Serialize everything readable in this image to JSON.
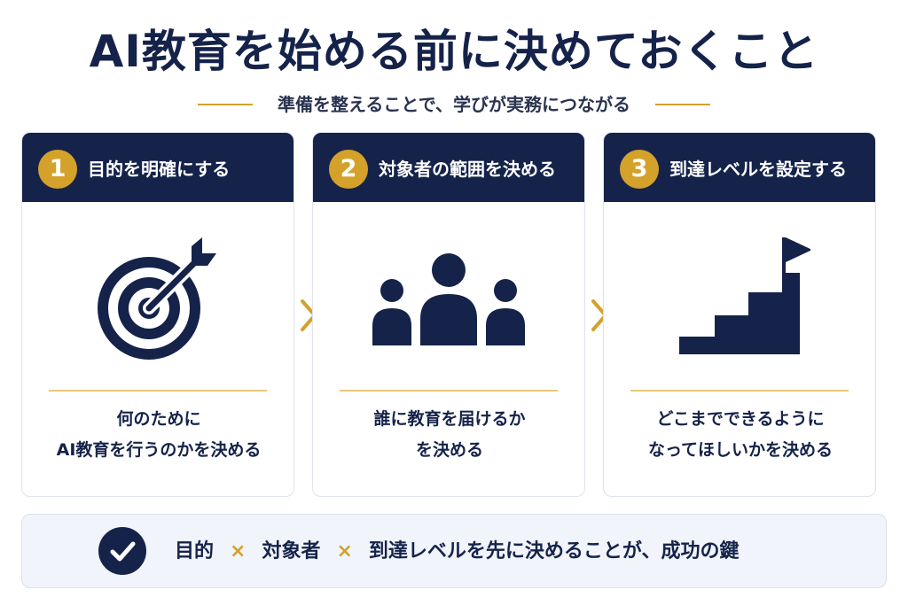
{
  "title": "AI教育を始める前に決めておくこと",
  "subtitle": "準備を整えることで、学びが実務につながる",
  "colors": {
    "navy": "#15234a",
    "gold": "#d4a12a",
    "light_bg": "#f1f4fb"
  },
  "steps": [
    {
      "number": "1",
      "title": "目的を明確にする",
      "icon": "target-arrow-icon",
      "lines": [
        "何のために",
        "AI教育を行うのかを決める"
      ]
    },
    {
      "number": "2",
      "title": "対象者の範囲を決める",
      "icon": "people-group-icon",
      "lines": [
        "誰に教育を届けるか",
        "を決める"
      ]
    },
    {
      "number": "3",
      "title": "到達レベルを設定する",
      "icon": "stairs-flag-icon",
      "lines": [
        "どこまでできるように",
        "なってほしいかを決める"
      ]
    }
  ],
  "summary": {
    "icon": "check-circle-icon",
    "part1": "目的",
    "times": "×",
    "part2": "対象者",
    "part3": "到達レベルを先に決めることが、成功の鍵"
  }
}
